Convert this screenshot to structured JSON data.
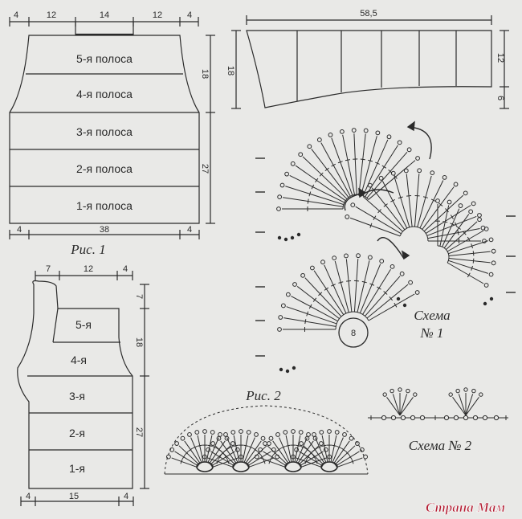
{
  "fig1": {
    "caption": "Рис. 1",
    "dims": {
      "top_left_margin": "4",
      "top_left": "12",
      "top_center": "14",
      "top_right": "12",
      "top_right_margin": "4",
      "height_upper": "18",
      "height_lower": "27",
      "bottom_left_margin": "4",
      "bottom_width": "38",
      "bottom_right_margin": "4"
    },
    "stripes": [
      "5-я полоса",
      "4-я полоса",
      "3-я полоса",
      "2-я полоса",
      "1-я полоса"
    ]
  },
  "fig_sleeve": {
    "dims": {
      "top_width": "58,5",
      "height_inner": "18",
      "height_right_top": "12",
      "height_right_bottom": "6"
    }
  },
  "fig_small": {
    "dims": {
      "top_left": "7",
      "top_center": "12",
      "top_right": "4",
      "height_top": "7",
      "height_upper": "18",
      "height_lower": "27",
      "bottom_left_margin": "4",
      "bottom_width": "15",
      "bottom_right_margin": "4"
    },
    "stripes": [
      "5-я",
      "4-я",
      "3-я",
      "2-я",
      "1-я"
    ]
  },
  "scheme1": {
    "title": "Схема",
    "number": "№ 1",
    "center_label": "8"
  },
  "scheme2": {
    "title": "Схема № 2"
  },
  "fig2": {
    "caption": "Рис. 2"
  },
  "watermark": "Страна Мам",
  "colors": {
    "ink": "#2a2a2a",
    "paper": "#e9e9e7",
    "watermark": "#b21a30"
  }
}
